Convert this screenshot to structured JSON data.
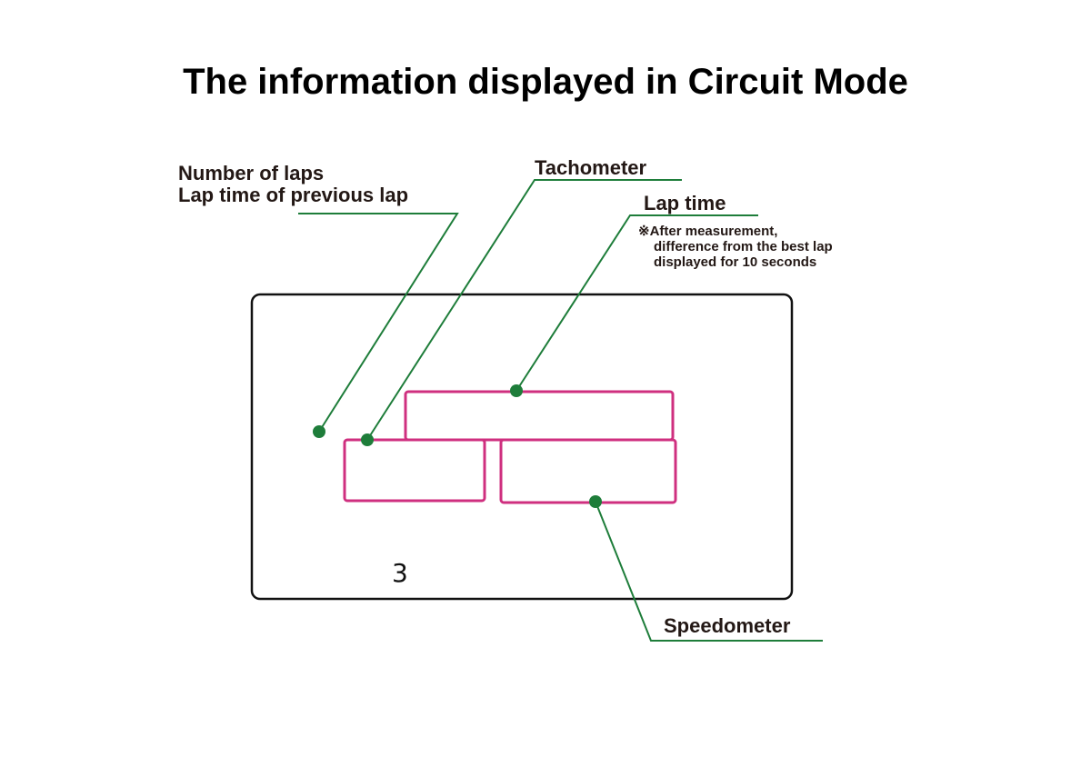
{
  "title": "The information displayed in Circuit Mode",
  "labels": {
    "laps_line1": "Number of laps",
    "laps_line2": "Lap time of previous lap",
    "tachometer": "Tachometer",
    "lap_time": "Lap time",
    "lap_time_note": [
      "※After measurement,",
      "difference from the best lap",
      "displayed for 10 seconds"
    ],
    "speedometer": "Speedometer"
  },
  "display": {
    "lap_count": "3"
  },
  "colors": {
    "leader": "#1e7d3a",
    "segment": "#cf2f7f",
    "frame": "#111111"
  }
}
